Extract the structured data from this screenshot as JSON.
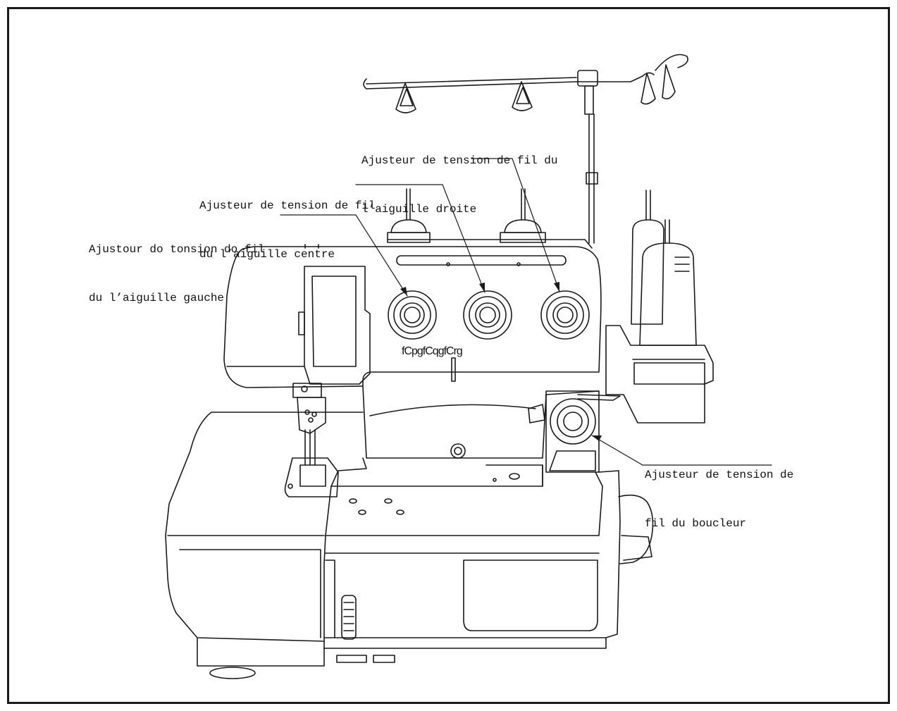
{
  "labels": {
    "right_needle": {
      "line1": "Ajusteur de tension de fil du",
      "line2": "l’aiguille droite"
    },
    "center_needle": {
      "line1": "Ajusteur de tension de fil",
      "line2": "du l’aiguille centre"
    },
    "left_needle": {
      "line1": "Ajustour do tonsion do fil",
      "line2": "du l’aiguille gauche"
    },
    "looper": {
      "line1": "Ajusteur de tension de",
      "line2": "fil du boucleur"
    }
  },
  "machine_caption": "fCpgfCqgfCrg",
  "colors": {
    "ink": "#1a1a1a",
    "paper": "#ffffff"
  }
}
